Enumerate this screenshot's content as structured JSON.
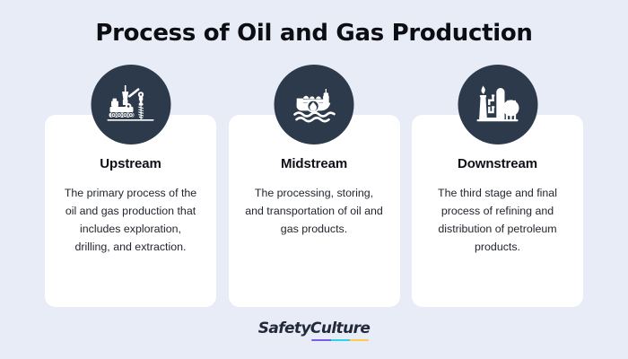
{
  "page": {
    "title": "Process of Oil and Gas Production",
    "background_color": "#E8ECF7",
    "card_color": "#FFFFFF",
    "icon_circle_color": "#2C3A4B",
    "title_color": "#0D0D14"
  },
  "cards": [
    {
      "icon": "drilling-rig-icon",
      "title": "Upstream",
      "body": "The primary process of the oil and gas production that includes exploration, drilling, and extraction."
    },
    {
      "icon": "oil-tanker-ship-icon",
      "title": "Midstream",
      "body": "The processing, storing, and transportation of oil and gas products."
    },
    {
      "icon": "refinery-icon",
      "title": "Downstream",
      "body": "The third stage and final process of refining and distribution of petroleum products."
    }
  ],
  "footer": {
    "logo_text": "SafetyCulture",
    "logo_color": "#21293B",
    "underline_colors": [
      "#7B5BF0",
      "#2DD4E8",
      "#FFC94D"
    ]
  }
}
